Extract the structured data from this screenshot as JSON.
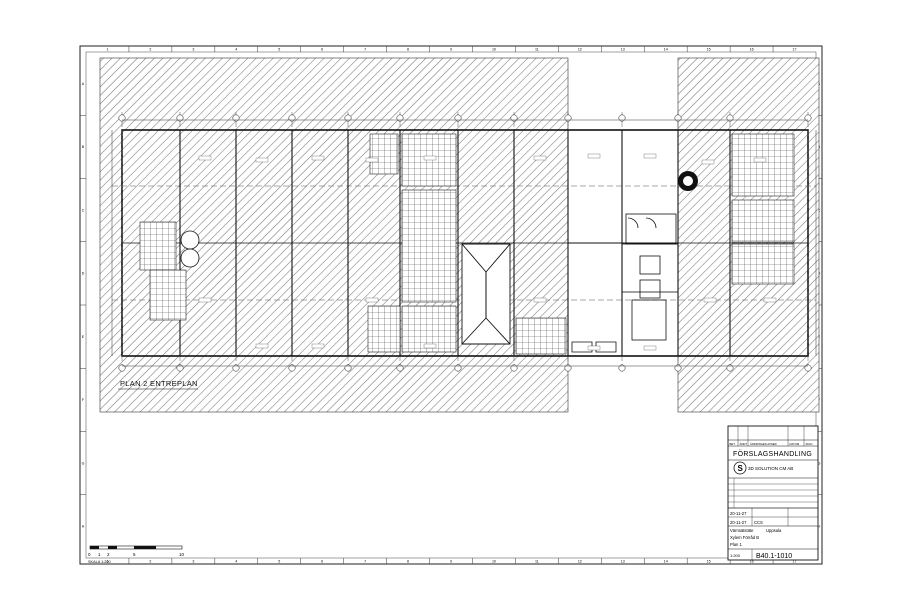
{
  "plan": {
    "title": "PLAN 2 ENTREPLAN"
  },
  "grid": {
    "columns": [
      "1",
      "2",
      "3",
      "4",
      "5",
      "6",
      "7",
      "8",
      "9",
      "10",
      "11",
      "12",
      "13",
      "14",
      "15",
      "16",
      "17"
    ],
    "rows": [
      "A",
      "B",
      "C",
      "D",
      "E",
      "F",
      "G",
      "H"
    ]
  },
  "title_block": {
    "header_cols": [
      "BET",
      "ÄNDT",
      "ÄNDRINGEN AVSER",
      "DATUM",
      "SIGN"
    ],
    "stage": "FÖRSLAGSHANDLING",
    "company": "3D SOLUTION CM AB",
    "date_label": "20-11-27",
    "date_value": "20-11-27",
    "sign": "CCS",
    "location_label": "Värnsätstäte",
    "location": "Uppsala",
    "project": "Xylem Förråd B",
    "sheet_name": "Plan 1",
    "scale": "1:200",
    "drawing_number": "B40.1-1010"
  },
  "scale_bar": {
    "labels": [
      "0",
      "1",
      "2",
      "5",
      "10"
    ],
    "unit_note": "SKALA 1:200"
  }
}
